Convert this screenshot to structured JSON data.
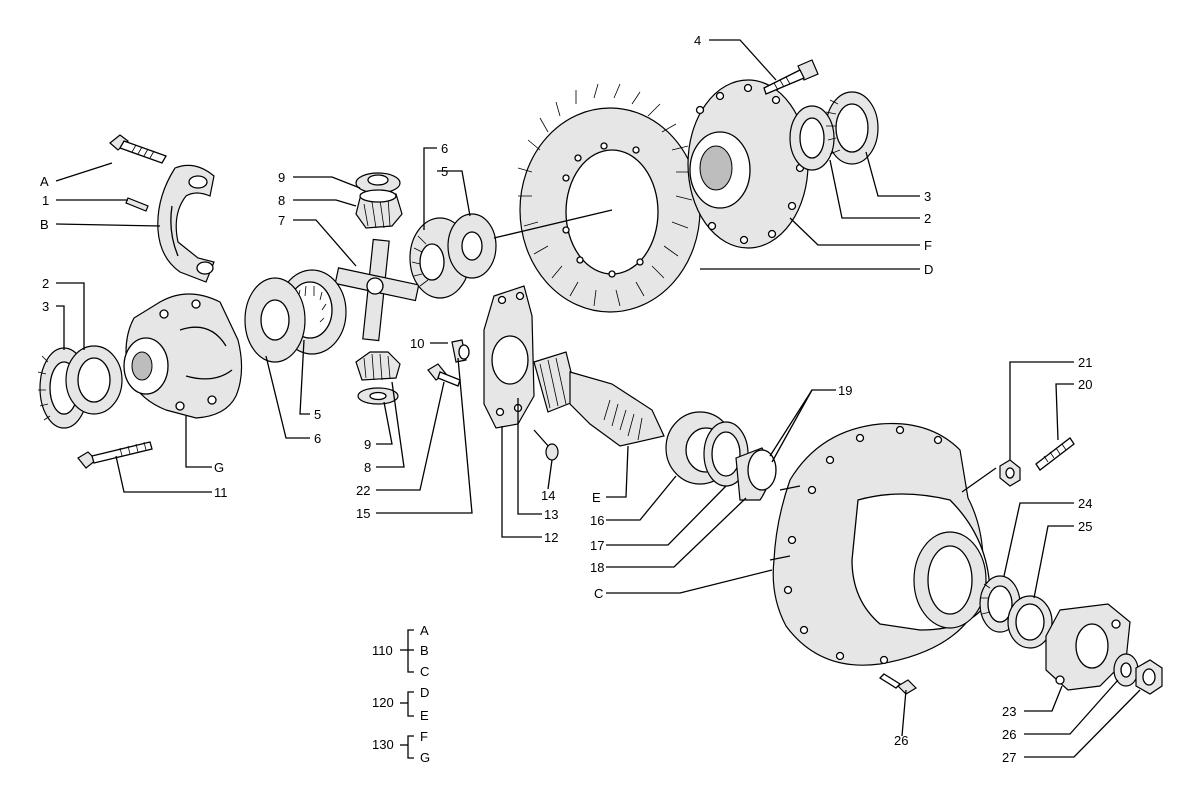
{
  "labels": {
    "A": "A",
    "1": "1",
    "B": "B",
    "9a": "9",
    "8a": "8",
    "7": "7",
    "6a": "6",
    "5a": "5",
    "4": "4",
    "3a": "3",
    "2a": "2",
    "F": "F",
    "D": "D",
    "2b": "2",
    "3b": "3",
    "5b": "5",
    "6b": "6",
    "G": "G",
    "11": "11",
    "10": "10",
    "9b": "9",
    "8b": "8",
    "22": "22",
    "15": "15",
    "12": "12",
    "13": "13",
    "14": "14",
    "19": "19",
    "E": "E",
    "16": "16",
    "17": "17",
    "18": "18",
    "C": "C",
    "21": "21",
    "20": "20",
    "24": "24",
    "25": "25",
    "23": "23",
    "26a": "26",
    "26b": "26",
    "27": "27"
  },
  "legend": [
    {
      "code": "110",
      "items": [
        "A",
        "B",
        "C"
      ]
    },
    {
      "code": "120",
      "items": [
        "D",
        "E"
      ]
    },
    {
      "code": "130",
      "items": [
        "F",
        "G"
      ]
    }
  ]
}
